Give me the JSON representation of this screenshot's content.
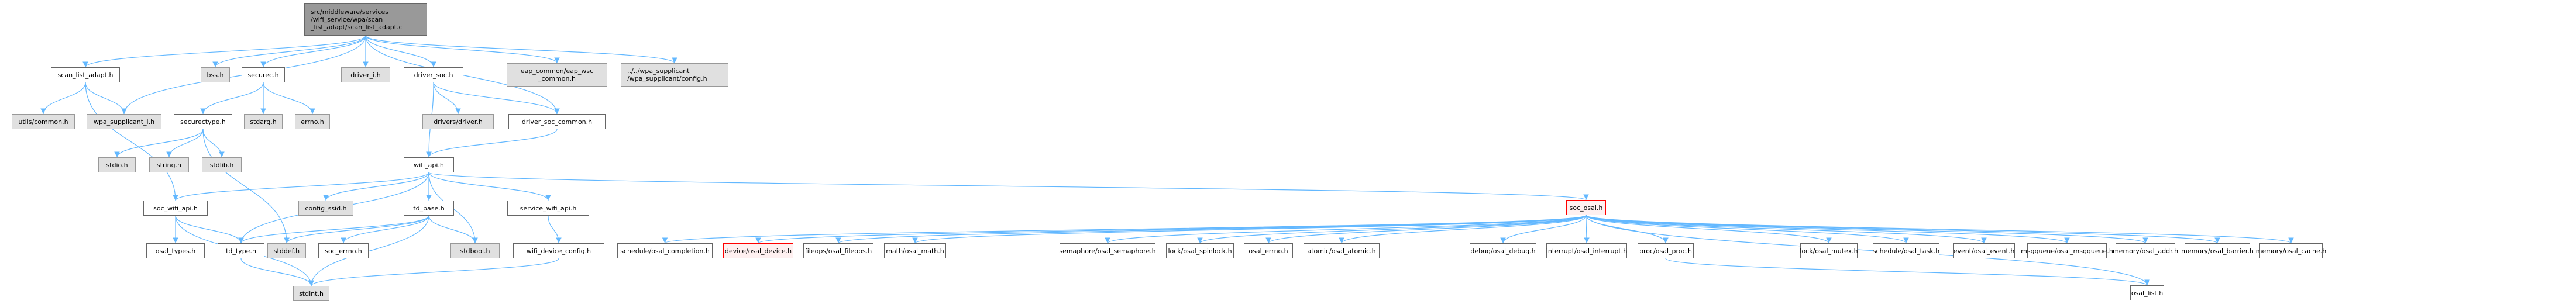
{
  "colors": {
    "edge": "#63b8ff",
    "root_fill": "#999999",
    "ext_fill": "#e0e0e0",
    "red_border": "#ff0000"
  },
  "nodes": {
    "root": "src/middleware/services\n/wifi_service/wpa/scan\n_list_adapt/scan_list_adapt.c",
    "scan_list_adapt_h": "scan_list_adapt.h",
    "bss_h": "bss.h",
    "securec_h": "securec.h",
    "driver_i_h": "driver_i.h",
    "driver_soc_h": "driver_soc.h",
    "eap_wsc_common_h": "eap_common/eap_wsc\n_common.h",
    "wpa_config_h": "../../wpa_supplicant\n/wpa_supplicant/config.h",
    "utils_common_h": "utils/common.h",
    "wpa_supplicant_i_h": "wpa_supplicant_i.h",
    "securectype_h": "securectype.h",
    "stdarg_h": "stdarg.h",
    "errno_h": "errno.h",
    "drivers_driver_h": "drivers/driver.h",
    "driver_soc_common_h": "driver_soc_common.h",
    "stdio_h": "stdio.h",
    "string_h": "string.h",
    "stdlib_h": "stdlib.h",
    "wifi_api_h": "wifi_api.h",
    "soc_wifi_api_h": "soc_wifi_api.h",
    "config_ssid_h": "config_ssid.h",
    "td_base_h": "td_base.h",
    "service_wifi_api_h": "service_wifi_api.h",
    "soc_osal_h": "soc_osal.h",
    "osal_types_h": "osal_types.h",
    "td_type_h": "td_type.h",
    "stddef_h": "stddef.h",
    "soc_errno_h": "soc_errno.h",
    "stdbool_h": "stdbool.h",
    "wifi_device_config_h": "wifi_device_config.h",
    "stdint_h": "stdint.h",
    "osal_completion_h": "schedule/osal_completion.h",
    "osal_device_h": "device/osal_device.h",
    "osal_fileops_h": "fileops/osal_fileops.h",
    "osal_math_h": "math/osal_math.h",
    "osal_semaphore_h": "semaphore/osal_semaphore.h",
    "osal_spinlock_h": "lock/osal_spinlock.h",
    "osal_errno_h": "osal_errno.h",
    "osal_atomic_h": "atomic/osal_atomic.h",
    "osal_debug_h": "debug/osal_debug.h",
    "osal_interrupt_h": "interrupt/osal_interrupt.h",
    "osal_proc_h": "proc/osal_proc.h",
    "osal_mutex_h": "lock/osal_mutex.h",
    "osal_task_h": "schedule/osal_task.h",
    "osal_event_h": "event/osal_event.h",
    "osal_msgqueue_h": "msgqueue/osal_msgqueue.h",
    "osal_addr_h": "memory/osal_addr.h",
    "osal_barrier_h": "memory/osal_barrier.h",
    "osal_cache_h": "memory/osal_cache.h",
    "osal_list_h": "osal_list.h"
  },
  "edges": [
    [
      "root",
      "scan_list_adapt_h"
    ],
    [
      "root",
      "wpa_supplicant_i_h"
    ],
    [
      "root",
      "bss_h"
    ],
    [
      "root",
      "securec_h"
    ],
    [
      "root",
      "driver_i_h"
    ],
    [
      "root",
      "driver_soc_h"
    ],
    [
      "root",
      "driver_soc_common_h"
    ],
    [
      "root",
      "eap_wsc_common_h"
    ],
    [
      "root",
      "wpa_config_h"
    ],
    [
      "scan_list_adapt_h",
      "utils_common_h"
    ],
    [
      "scan_list_adapt_h",
      "wpa_supplicant_i_h"
    ],
    [
      "scan_list_adapt_h",
      "soc_wifi_api_h"
    ],
    [
      "securec_h",
      "securectype_h"
    ],
    [
      "securec_h",
      "stdarg_h"
    ],
    [
      "securec_h",
      "errno_h"
    ],
    [
      "securectype_h",
      "stdio_h"
    ],
    [
      "securectype_h",
      "string_h"
    ],
    [
      "securectype_h",
      "stdlib_h"
    ],
    [
      "securectype_h",
      "stddef_h"
    ],
    [
      "driver_soc_h",
      "drivers_driver_h"
    ],
    [
      "driver_soc_h",
      "driver_soc_common_h"
    ],
    [
      "driver_soc_h",
      "wifi_api_h"
    ],
    [
      "driver_soc_common_h",
      "wifi_api_h"
    ],
    [
      "wifi_api_h",
      "soc_wifi_api_h"
    ],
    [
      "wifi_api_h",
      "td_type_h"
    ],
    [
      "wifi_api_h",
      "config_ssid_h"
    ],
    [
      "wifi_api_h",
      "td_base_h"
    ],
    [
      "wifi_api_h",
      "stdbool_h"
    ],
    [
      "wifi_api_h",
      "service_wifi_api_h"
    ],
    [
      "wifi_api_h",
      "soc_osal_h"
    ],
    [
      "soc_wifi_api_h",
      "osal_types_h"
    ],
    [
      "soc_wifi_api_h",
      "td_type_h"
    ],
    [
      "soc_wifi_api_h",
      "stdint_h"
    ],
    [
      "td_base_h",
      "td_type_h"
    ],
    [
      "td_base_h",
      "stddef_h"
    ],
    [
      "td_base_h",
      "soc_errno_h"
    ],
    [
      "td_base_h",
      "stdbool_h"
    ],
    [
      "td_base_h",
      "stdint_h"
    ],
    [
      "td_type_h",
      "stdint_h"
    ],
    [
      "service_wifi_api_h",
      "wifi_device_config_h"
    ],
    [
      "wifi_device_config_h",
      "stdint_h"
    ],
    [
      "soc_osal_h",
      "osal_completion_h"
    ],
    [
      "soc_osal_h",
      "osal_device_h"
    ],
    [
      "soc_osal_h",
      "osal_fileops_h"
    ],
    [
      "soc_osal_h",
      "osal_math_h"
    ],
    [
      "soc_osal_h",
      "osal_semaphore_h"
    ],
    [
      "soc_osal_h",
      "osal_spinlock_h"
    ],
    [
      "soc_osal_h",
      "osal_errno_h"
    ],
    [
      "soc_osal_h",
      "osal_atomic_h"
    ],
    [
      "soc_osal_h",
      "osal_debug_h"
    ],
    [
      "soc_osal_h",
      "osal_interrupt_h"
    ],
    [
      "soc_osal_h",
      "osal_proc_h"
    ],
    [
      "soc_osal_h",
      "osal_mutex_h"
    ],
    [
      "soc_osal_h",
      "osal_task_h"
    ],
    [
      "soc_osal_h",
      "osal_event_h"
    ],
    [
      "soc_osal_h",
      "osal_msgqueue_h"
    ],
    [
      "soc_osal_h",
      "osal_addr_h"
    ],
    [
      "soc_osal_h",
      "osal_barrier_h"
    ],
    [
      "soc_osal_h",
      "osal_cache_h"
    ],
    [
      "soc_osal_h",
      "osal_list_h"
    ],
    [
      "osal_proc_h",
      "osal_list_h"
    ]
  ]
}
